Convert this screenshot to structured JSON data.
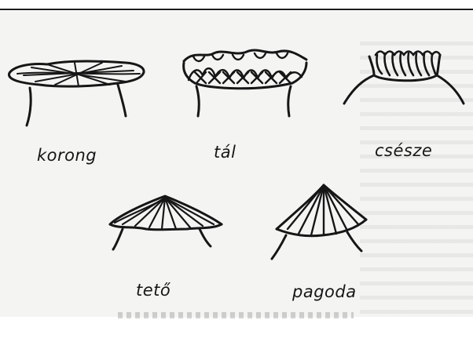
{
  "figure": {
    "shapes": [
      {
        "id": "korong",
        "label": "korong"
      },
      {
        "id": "tal",
        "label": "tál"
      },
      {
        "id": "csesze",
        "label": "csésze"
      },
      {
        "id": "teto",
        "label": "tető"
      },
      {
        "id": "pagoda",
        "label": "pagoda"
      }
    ]
  },
  "colors": {
    "ink": "#161616",
    "paper": "#f4f4f2"
  }
}
